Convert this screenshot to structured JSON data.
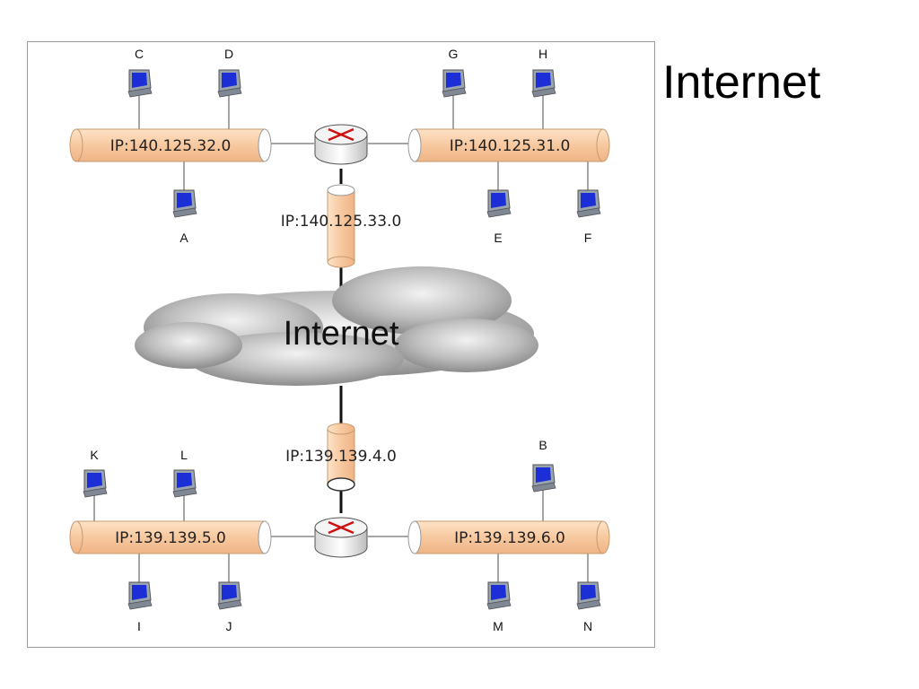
{
  "title": "Internet",
  "cloud": {
    "label": "Internet"
  },
  "networks": [
    {
      "id": "net-140-125-32",
      "label": "IP:140.125.32.0"
    },
    {
      "id": "net-140-125-31",
      "label": "IP:140.125.31.0"
    },
    {
      "id": "net-140-125-33",
      "label": "IP:140.125.33.0"
    },
    {
      "id": "net-139-139-4",
      "label": "IP:139.139.4.0"
    },
    {
      "id": "net-139-139-5",
      "label": "IP:139.139.5.0"
    },
    {
      "id": "net-139-139-6",
      "label": "IP:139.139.6.0"
    }
  ],
  "hosts": {
    "A": "A",
    "B": "B",
    "C": "C",
    "D": "D",
    "E": "E",
    "F": "F",
    "G": "G",
    "H": "H",
    "I": "I",
    "J": "J",
    "K": "K",
    "L": "L",
    "M": "M",
    "N": "N"
  },
  "colors": {
    "segment": "#f7c89f",
    "screen": "#1c2fd6",
    "router": "#e0e0e0",
    "router_arrow": "#cc1111"
  }
}
